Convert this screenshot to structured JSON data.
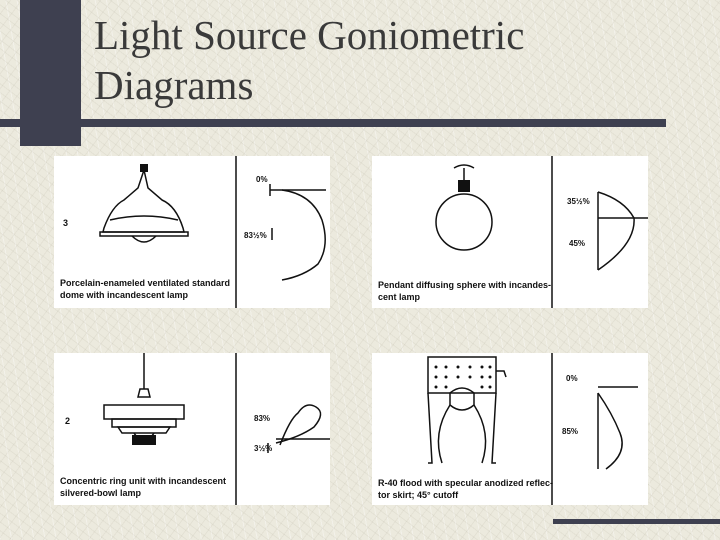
{
  "slide": {
    "title": "Light Source Goniometric\nDiagrams"
  },
  "panels": [
    {
      "number": "3",
      "caption": "Porcelain-enameled ventilated standard\n   dome with incandescent lamp",
      "labels": [
        "0%",
        "83½%"
      ],
      "icon": "dome-lamp-icon"
    },
    {
      "number": "",
      "caption": "Pendant diffusing sphere with incandes-\n   cent lamp",
      "labels": [
        "35½%",
        "45%"
      ],
      "icon": "sphere-lamp-icon"
    },
    {
      "number": "2",
      "caption": "Concentric ring unit with incandescent\n   silvered-bowl lamp",
      "labels": [
        "83%",
        "3½%"
      ],
      "icon": "ring-lamp-icon"
    },
    {
      "number": "",
      "caption": "R-40 flood with specular anodized reflec-\n   tor skirt; 45° cutoff",
      "labels": [
        "0%",
        "85%"
      ],
      "icon": "flood-lamp-icon"
    }
  ]
}
